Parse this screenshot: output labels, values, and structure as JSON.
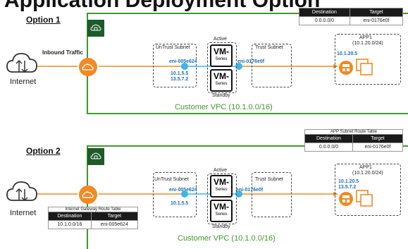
{
  "title": "Application Deployment Option",
  "option1": {
    "label": "Option 1",
    "internet_label": "Internet",
    "inbound_label": "Inbound Traffic",
    "untrust_label": "UnTrust Subnet",
    "trust_label": "Trust Subnet",
    "vm_active_label": "Active",
    "vm_standby_label": "Standby",
    "vm_name": "VM-",
    "vm_series": "Series",
    "eni_untrust": "eni-005e624",
    "eni_trust": "eni-0176e0f",
    "untrust_ip1": "10.1.5.5",
    "untrust_ip2": "13.5.7.2",
    "app_name": "APP1",
    "app_cidr": "(10.1.20.0/24)",
    "app_ip": "10.1.20.5",
    "vpc_label": "Customer VPC (10.1.0.0/16)",
    "route_table": {
      "headers": [
        "Destination",
        "Target"
      ],
      "rows": [
        [
          "0.0.0.0/0",
          "eni-0176e0f"
        ]
      ]
    }
  },
  "option2": {
    "label": "Option 2",
    "internet_label": "Internet",
    "untrust_label": "UnTrust Subnet",
    "trust_label": "Trust Subnet",
    "vm_active_label": "Active",
    "vm_standby_label": "Standby",
    "vm_name": "VM-",
    "vm_series": "Series",
    "eni_untrust": "eni-005e624",
    "eni_trust": "eni-0176e0f",
    "untrust_ip": "10.1.5.5",
    "app_name": "APP1",
    "app_cidr": "(10.1.20.0/24)",
    "app_ip1": "10.1.20.5",
    "app_ip2": "13.5.7.2",
    "vpc_label": "Customer VPC (10.1.0.0/16)",
    "app_route_table": {
      "title": "APP Subnet Route Table",
      "headers": [
        "Destination",
        "Target"
      ],
      "rows": [
        [
          "0.0.0.0/0",
          "eni-0176e0f"
        ]
      ]
    },
    "igw_route_table": {
      "title": "Internet Gateway Route Table",
      "headers": [
        "Destination",
        "Target"
      ],
      "rows": [
        [
          "10.1.0.0/16",
          "eni-005e624"
        ]
      ]
    }
  },
  "colors": {
    "vpc": "#3f9a2c",
    "igw": "#f08a24",
    "eni": "#3db5e8",
    "flow": "#f08a24",
    "app": "#f08a24"
  }
}
